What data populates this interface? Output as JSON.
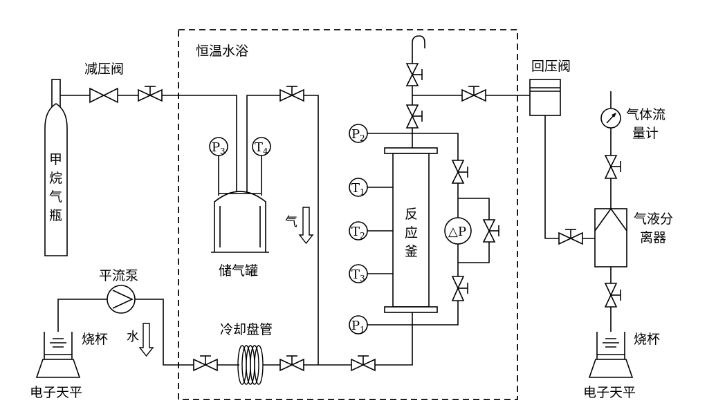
{
  "labels": {
    "water_bath": "恒温水浴",
    "reducer_valve": "减压阀",
    "back_pressure_valve": "回压阀",
    "gas_flowmeter_l1": "气体流",
    "gas_flowmeter_l2": "量计",
    "methane_c1": "甲",
    "methane_c2": "烷",
    "methane_c3": "气",
    "methane_c4": "瓶",
    "storage_tank": "储气罐",
    "gas_flow": "气",
    "water_flow": "水",
    "pump": "平流泵",
    "beaker_left": "烧杯",
    "beaker_right": "烧杯",
    "balance_left": "电子天平",
    "balance_right": "电子天平",
    "cooling_coil": "冷却盘管",
    "reactor_c1": "反",
    "reactor_c2": "应",
    "reactor_c3": "釜",
    "separator_l1": "气液分",
    "separator_l2": "离器"
  },
  "gauges": {
    "p3": {
      "letter": "P",
      "sub": "3"
    },
    "t4": {
      "letter": "T",
      "sub": "4"
    },
    "p2": {
      "letter": "P",
      "sub": "2"
    },
    "t1": {
      "letter": "T",
      "sub": "1"
    },
    "t2": {
      "letter": "T",
      "sub": "2"
    },
    "t3": {
      "letter": "T",
      "sub": "3"
    },
    "p1": {
      "letter": "P",
      "sub": "1"
    },
    "dp": {
      "label": "△P"
    }
  }
}
